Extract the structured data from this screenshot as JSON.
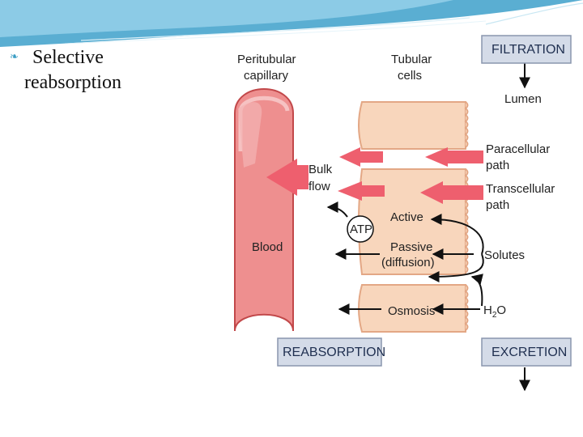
{
  "slide": {
    "bullet_line1": "Selective",
    "bullet_line2": "reabsorption"
  },
  "diagram": {
    "peritubular_line1": "Peritubular",
    "peritubular_line2": "capillary",
    "tubular_line1": "Tubular",
    "tubular_line2": "cells",
    "filtration": "FILTRATION",
    "lumen": "Lumen",
    "paracellular_line1": "Paracellular",
    "paracellular_line2": "path",
    "bulk_line1": "Bulk",
    "bulk_line2": "flow",
    "transcellular_line1": "Transcellular",
    "transcellular_line2": "path",
    "active": "Active",
    "atp": "ATP",
    "blood": "Blood",
    "passive_line1": "Passive",
    "passive_line2": "(diffusion)",
    "solutes": "Solutes",
    "osmosis": "Osmosis",
    "h2o_h": "H",
    "h2o_2": "2",
    "h2o_o": "O",
    "reabsorption": "REABSORPTION",
    "excretion": "EXCRETION",
    "colors": {
      "vessel_fill": "#ee8f8f",
      "vessel_edge": "#c2484a",
      "cell_fill": "#f8d6bc",
      "bulk_arrow": "#ee5f6e",
      "box_fill": "#d4dbe8"
    }
  }
}
